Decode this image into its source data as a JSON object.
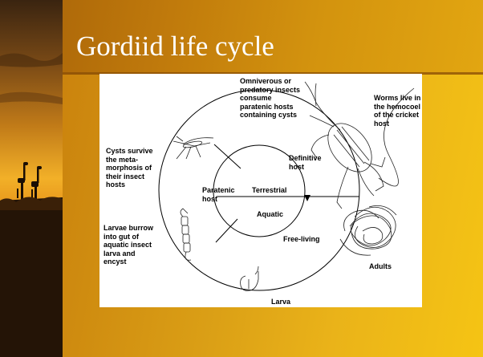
{
  "slide": {
    "title": "Gordiid life cycle"
  },
  "diagram": {
    "labels": {
      "omniverous": [
        "Omniverous or",
        "predatory insects",
        "consume",
        "paratenic hosts",
        "containing cysts"
      ],
      "worms_live": [
        "Worms live in",
        "the hemocoel",
        "of the cricket",
        "host"
      ],
      "cysts_survive": [
        "Cysts survive",
        "the meta-",
        "morphosis of",
        "their insect",
        "hosts"
      ],
      "larvae_burrow": [
        "Larvae burrow",
        "into gut of",
        "aquatic insect",
        "larva and",
        "encyst"
      ],
      "definitive_host": [
        "Definitive",
        "host"
      ],
      "paratenic_host": [
        "Paratenic",
        "host"
      ],
      "terrestrial": "Terrestrial",
      "aquatic": "Aquatic",
      "free_living": "Free-living",
      "adults": "Adults",
      "larva": "Larva"
    },
    "illustrations": [
      "cricket",
      "mosquito",
      "insect-larva",
      "adult-worms",
      "gordiid-larva"
    ]
  },
  "colors": {
    "background_gold": "#e0a815",
    "header_gold": "#c07a0c",
    "title_text": "#ffffff",
    "figure_bg": "#ffffff"
  }
}
